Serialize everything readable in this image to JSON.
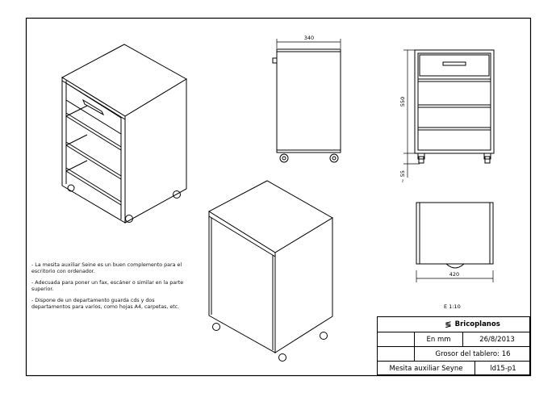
{
  "dimensions": {
    "width_side": "340",
    "height_front": "550",
    "wheel_height": "~ 55",
    "width_top": "420"
  },
  "notes": [
    "- La mesita auxiliar Seine es un buen complemento para el escritorio con ordenador.",
    "- Adecuada para poner un fax, escáner o similar en la parte superior.",
    "- Dispone de un departamento guarda cds y dos departamentos para varios, como hojas A4, carpetas, etc."
  ],
  "scale": "E 1:10",
  "title_block": {
    "brand": "Bricoplanos",
    "units": "En mm",
    "date": "26/8/2013",
    "board_thickness": "Grosor del tablero: 16",
    "project": "Mesita auxiliar Seyne",
    "code": "ld15-p1"
  }
}
